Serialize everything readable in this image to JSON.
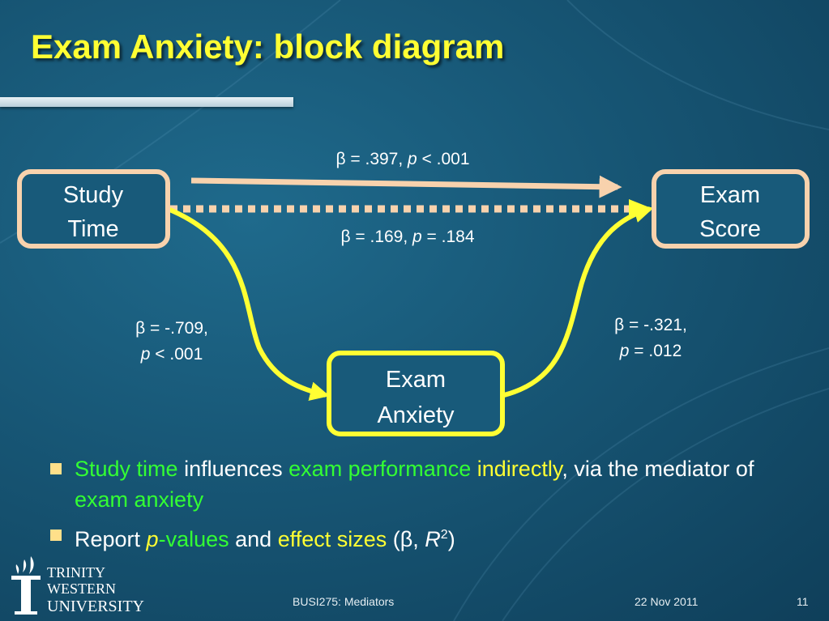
{
  "title": "Exam Anxiety: block diagram",
  "diagram": {
    "boxes": {
      "study_time": [
        "Study",
        "Time"
      ],
      "exam_score": [
        "Exam",
        "Score"
      ],
      "exam_anxiety": [
        "Exam",
        "Anxiety"
      ]
    },
    "paths": {
      "total_effect": {
        "beta_prefix": "β = .397, ",
        "p": "p",
        "p_rest": " < .001"
      },
      "direct_effect": {
        "beta_prefix": "β = .169, ",
        "p": "p",
        "p_rest": " = .184"
      },
      "a_path": {
        "line1": "β = -.709,",
        "p": "p",
        "p_rest": " < .001"
      },
      "b_path": {
        "line1": "β = -.321,",
        "p": "p",
        "p_rest": " = .012"
      }
    },
    "colors": {
      "box_border": "#f8d2ad",
      "anxiety_border": "#ffff33",
      "arrow_total": "#f8d2ad",
      "curve": "#ffff33"
    }
  },
  "bullets": [
    {
      "parts": [
        {
          "text": "Study time",
          "style": "green"
        },
        {
          "text": " influences ",
          "style": ""
        },
        {
          "text": "exam performance",
          "style": "green"
        },
        {
          "text": " ",
          "style": ""
        },
        {
          "text": "indirectly",
          "style": "yellow"
        },
        {
          "text": ", via the mediator of ",
          "style": ""
        },
        {
          "text": "exam anxiety",
          "style": "green"
        }
      ]
    },
    {
      "parts": [
        {
          "text": "Report ",
          "style": ""
        },
        {
          "text": "p",
          "style": "yellow ital"
        },
        {
          "text": "-values",
          "style": "green"
        },
        {
          "text": " and ",
          "style": ""
        },
        {
          "text": "effect sizes",
          "style": "yellow"
        },
        {
          "text": " (β, ",
          "style": ""
        },
        {
          "text": "R",
          "style": "ital"
        },
        {
          "text": "2",
          "style": "sup"
        },
        {
          "text": ")",
          "style": ""
        }
      ]
    }
  ],
  "logo": {
    "line1": "TRINITY",
    "line2": "WESTERN",
    "line3": "UNIVERSITY"
  },
  "footer": {
    "course": "BUSI275: Mediators",
    "date": "22 Nov 2011",
    "page": "11"
  }
}
